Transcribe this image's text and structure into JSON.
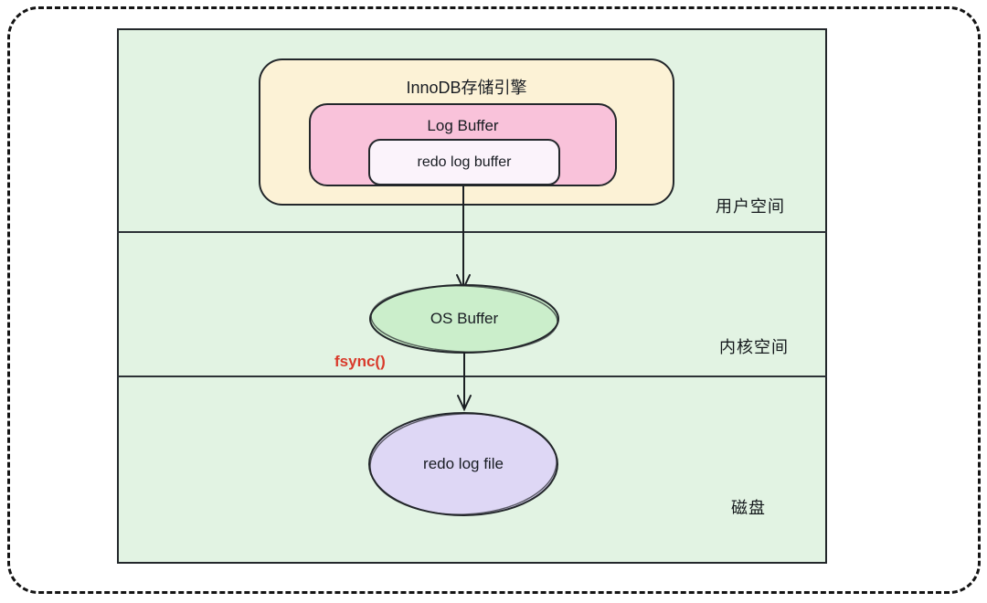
{
  "diagram": {
    "canvas_background": "#e2f3e3",
    "border_color": "#23272b",
    "sections": [
      {
        "label": "用户空间"
      },
      {
        "label": "内核空间"
      },
      {
        "label": "磁盘"
      }
    ],
    "innodb_box": {
      "label": "InnoDB存储引擎",
      "fill": "#fcf2d6"
    },
    "log_buffer_box": {
      "label": "Log Buffer",
      "fill": "#f9c2da"
    },
    "redo_log_buffer_box": {
      "label": "redo log buffer",
      "fill": "#fbf3fb"
    },
    "os_buffer_ellipse": {
      "label": "OS Buffer",
      "fill": "#cbeecb",
      "stroke": "#23272b"
    },
    "redo_log_file_ellipse": {
      "label": "redo log file",
      "fill": "#ded7f5",
      "stroke": "#23272b"
    },
    "fsync_annotation": {
      "text": "fsync()",
      "color": "#d93a2b"
    }
  }
}
